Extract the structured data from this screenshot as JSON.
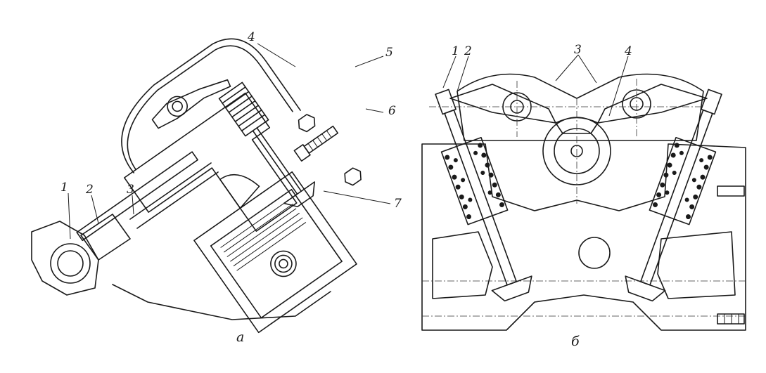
{
  "figure_a": {
    "caption": "а",
    "labels": [
      "1",
      "2",
      "3",
      "4",
      "5",
      "6",
      "7"
    ]
  },
  "figure_b": {
    "caption": "б",
    "labels": [
      "1",
      "2",
      "3",
      "4"
    ]
  }
}
